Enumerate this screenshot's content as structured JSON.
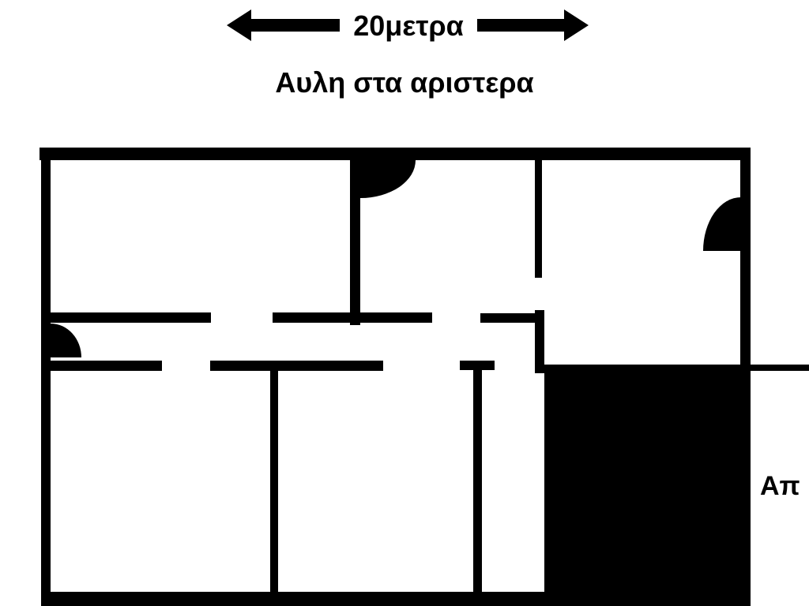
{
  "scale_label": "20μετρα",
  "title": "Αυλη στα αριστερα",
  "right_label": "Απ",
  "colors": {
    "wall": "#000000",
    "background": "#ffffff"
  }
}
